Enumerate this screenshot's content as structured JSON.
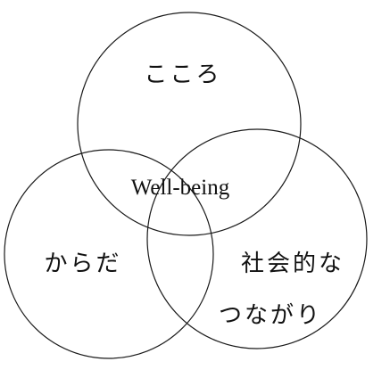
{
  "diagram": {
    "type": "venn",
    "center_label": "Well-being",
    "sets": [
      {
        "label": "こころ"
      },
      {
        "label": "からだ"
      },
      {
        "label_lines": [
          "社会的な",
          "つながり"
        ]
      }
    ],
    "colors": {
      "stroke": "#1a1a1a",
      "text": "#111111",
      "background": "#ffffff"
    }
  }
}
